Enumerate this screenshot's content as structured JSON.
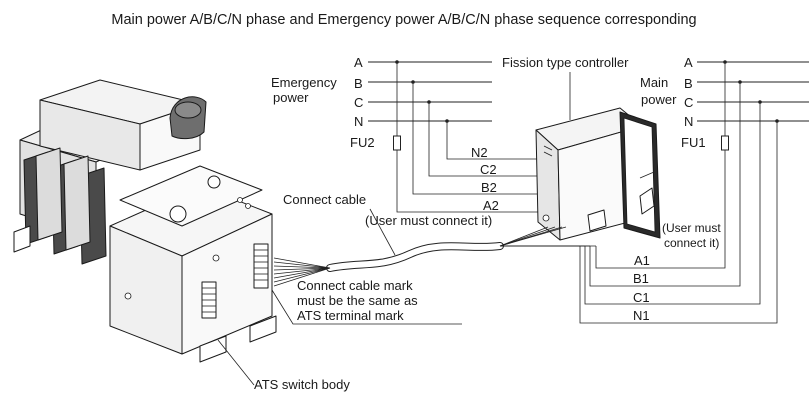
{
  "title": "Main power A/B/C/N phase and Emergency power A/B/C/N phase sequence corresponding",
  "emergency_source": {
    "label_line1": "Emergency",
    "label_line2": "power",
    "phases": [
      "A",
      "B",
      "C",
      "N"
    ],
    "fuse": "FU2"
  },
  "main_source": {
    "label_line1": "Main",
    "label_line2": "power",
    "phases": [
      "A",
      "B",
      "C",
      "N"
    ],
    "fuse": "FU1"
  },
  "controller_label": "Fission type controller",
  "emergency_terminals": [
    "N2",
    "C2",
    "B2",
    "A2"
  ],
  "main_terminals": [
    "A1",
    "B1",
    "C1",
    "N1"
  ],
  "user_connect_note": "(User must connect it)",
  "user_connect_note_right_line1": "(User must",
  "user_connect_note_right_line2": "connect it)",
  "connect_cable_label": "Connect cable",
  "cable_mark_note": [
    "Connect cable mark",
    "must be the same as",
    "ATS terminal mark"
  ],
  "ats_label": "ATS switch body"
}
